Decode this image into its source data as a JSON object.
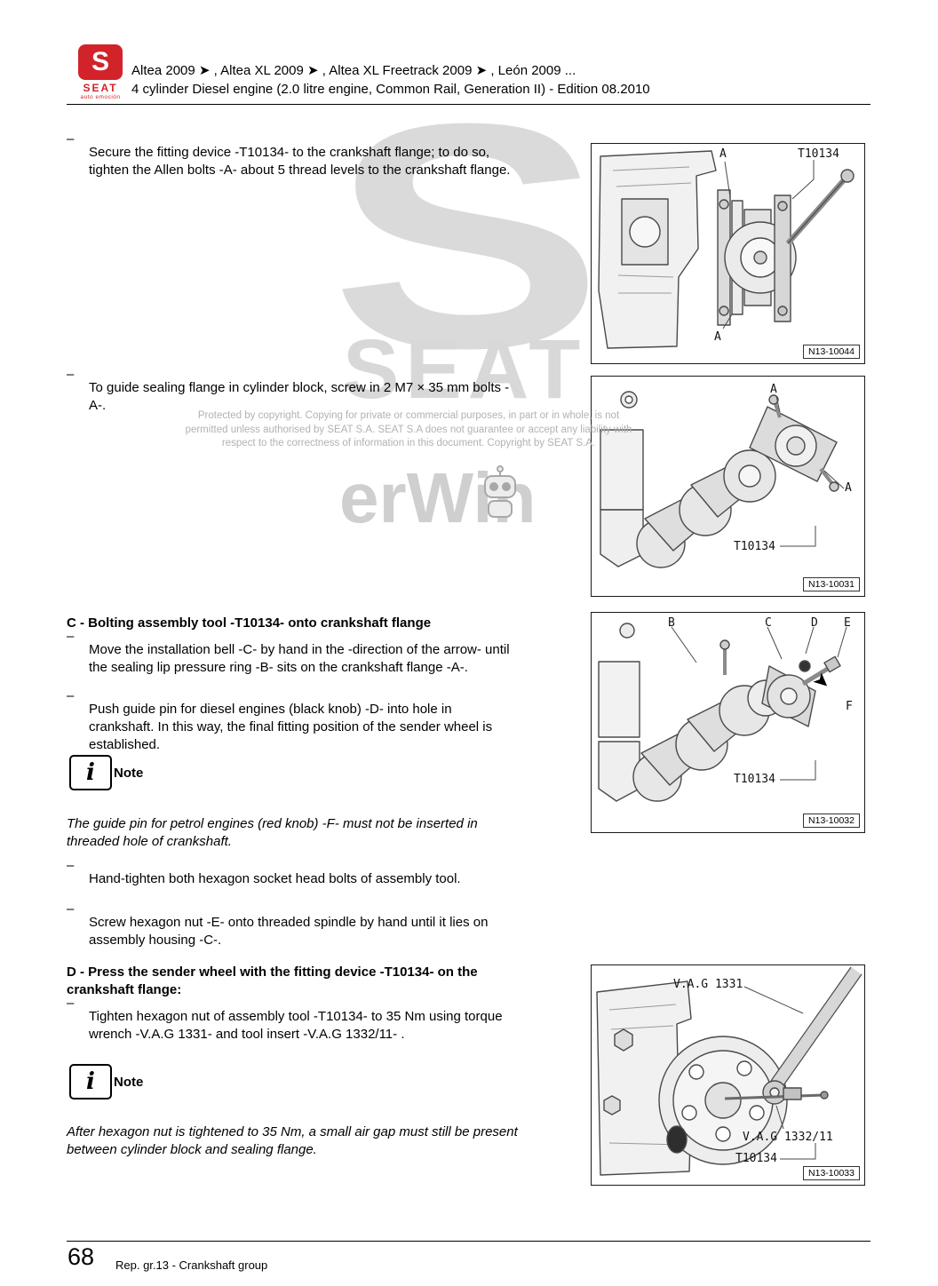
{
  "brand": {
    "logo_letter": "S",
    "name": "SEAT",
    "tagline": "auto emoción"
  },
  "header": {
    "models": "Altea 2009 ➤ , Altea XL 2009 ➤ , Altea XL Freetrack 2009 ➤ , León 2009 ...",
    "subtitle": "4 cylinder Diesel engine (2.0 litre engine, Common Rail, Generation II) - Edition 08.2010"
  },
  "watermarks": {
    "big_letter": "S",
    "brand_word": "SEAT",
    "erwin": "erWin",
    "copyright_line1": "Protected by copyright. Copying for private or commercial purposes, in part or in whole, is not",
    "copyright_line2": "permitted unless authorised by SEAT S.A. SEAT S.A does not guarantee or accept any liability with",
    "copyright_line3": "respect to the correctness of information in this document. Copyright by SEAT S.A."
  },
  "list_marker": "–",
  "sections": {
    "c_title": "C - Bolting assembly tool -T10134- onto crankshaft flange",
    "d_title": "D - Press the sender wheel with the fitting device -T10134- on the crankshaft flange:"
  },
  "steps": {
    "step1": "Secure the fitting device -T10134- to the crankshaft flange; to do so, tighten the Allen bolts -A- about 5 thread levels to the crankshaft flange.",
    "step2": "To guide sealing flange in cylinder block, screw in 2 M7 × 35 mm bolts -A-.",
    "step_c1": "Move the installation bell -C- by hand in the -direction of the arrow- until the sealing lip pressure ring -B- sits on the crankshaft flange -A-.",
    "step_c2": "Push guide pin for diesel engines (black knob) -D- into hole in crankshaft. In this way, the final fitting position of the sender wheel is established.",
    "step_c3": "Hand-tighten both hexagon socket head bolts of assembly tool.",
    "step_c4": "Screw hexagon nut -E- onto threaded spindle by hand until it lies on assembly housing -C-.",
    "step_d1": "Tighten hexagon nut of assembly tool -T10134- to 35 Nm using torque wrench -V.A.G 1331- and tool insert -V.A.G 1332/11- ."
  },
  "notes": {
    "label": "Note",
    "note_c": "The guide pin for petrol engines (red knob) -F- must not be inserted in threaded hole of crankshaft.",
    "note_d": "After hexagon nut is tightened to 35 Nm, a small air gap must still be present between cylinder block and sealing flange."
  },
  "icons": {
    "info": "i",
    "direction_arrow": "➤"
  },
  "figures": [
    {
      "tag": "N13-10044",
      "labels": {
        "a_top": "A",
        "tool": "T10134",
        "a_bottom": "A"
      }
    },
    {
      "tag": "N13-10031",
      "labels": {
        "a_top": "A",
        "a_right": "A",
        "tool": "T10134"
      }
    },
    {
      "tag": "N13-10032",
      "labels": {
        "b": "B",
        "c": "C",
        "d": "D",
        "e": "E",
        "f": "F",
        "tool": "T10134"
      }
    },
    {
      "tag": "N13-10033",
      "labels": {
        "wrench": "V.A.G 1331",
        "insert": "V.A.G 1332/11",
        "tool": "T10134"
      }
    }
  ],
  "footer": {
    "page_number": "68",
    "group": "Rep. gr.13 - Crankshaft group"
  }
}
